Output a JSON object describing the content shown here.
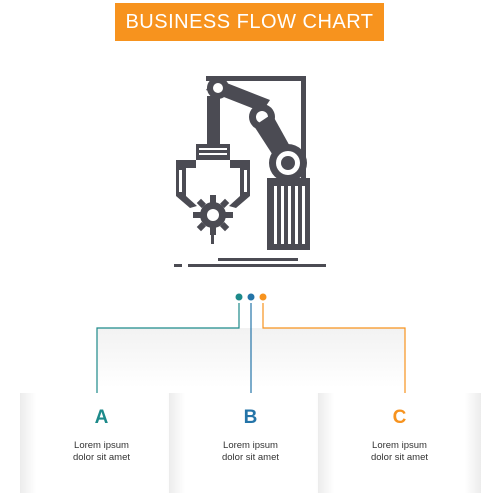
{
  "title": "BUSINESS FLOW CHART",
  "colors": {
    "banner": "#f7931e",
    "icon": "#4b4b53",
    "teal": "#1d8a8a",
    "blue": "#2474a8",
    "orange": "#f7931e"
  },
  "icon_name": "robot-arm-gear-icon",
  "steps": [
    {
      "letter": "A",
      "line1": "Lorem ipsum",
      "line2": "dolor sit amet",
      "color": "#1d8a8a"
    },
    {
      "letter": "B",
      "line1": "Lorem ipsum",
      "line2": "dolor sit amet",
      "color": "#2474a8"
    },
    {
      "letter": "C",
      "line1": "Lorem ipsum",
      "line2": "dolor sit amet",
      "color": "#f7931e"
    }
  ]
}
